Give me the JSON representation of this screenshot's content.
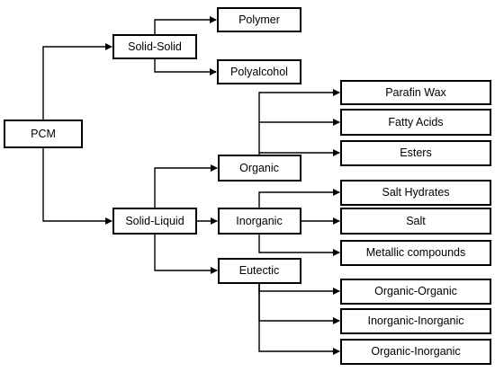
{
  "diagram": {
    "root": "PCM",
    "categories": {
      "solid_solid": "Solid-Solid",
      "solid_liquid": "Solid-Liquid"
    },
    "solid_solid_types": {
      "polymer": "Polymer",
      "polyalcohol": "Polyalcohol"
    },
    "solid_liquid_types": {
      "organic": "Organic",
      "inorganic": "Inorganic",
      "eutectic": "Eutectic"
    },
    "organic_types": {
      "parafin_wax": "Parafin Wax",
      "fatty_acids": "Fatty Acids",
      "esters": "Esters"
    },
    "inorganic_types": {
      "salt_hydrates": "Salt Hydrates",
      "salt": "Salt",
      "metallic_compounds": "Metallic compounds"
    },
    "eutectic_types": {
      "organic_organic": "Organic-Organic",
      "inorganic_inorganic": "Inorganic-Inorganic",
      "organic_inorganic": "Organic-Inorganic"
    },
    "colors": {
      "stroke": "#000000",
      "fill": "#ffffff"
    }
  }
}
